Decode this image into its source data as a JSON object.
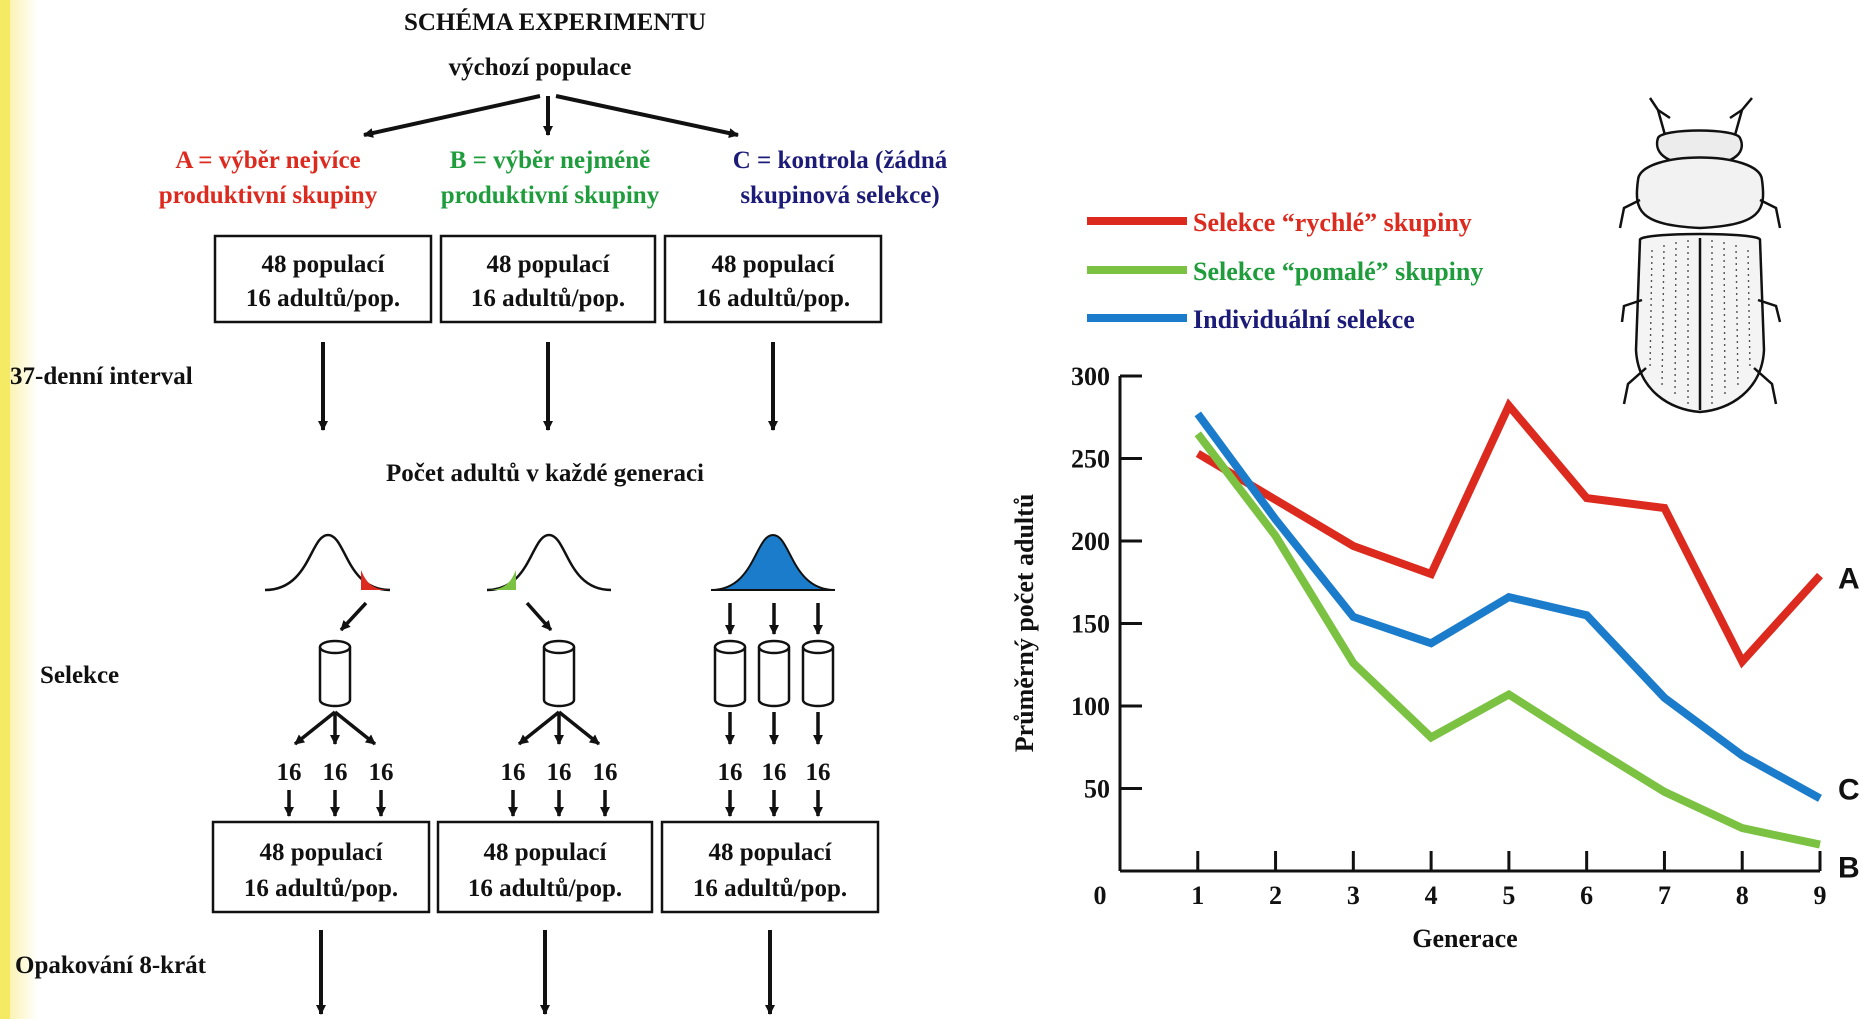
{
  "colors": {
    "background": "#f5ea63",
    "red": "#dd2a1f",
    "green": "#1f9d3c",
    "navy": "#1c1b78",
    "line_red": "#dd2a1f",
    "line_green": "#7cc242",
    "line_blue": "#1b7ccb",
    "curve_fill_blue": "#1b7ccb"
  },
  "scheme": {
    "title": "SCHÉMA EXPERIMENTU",
    "start": "výchozí populace",
    "groups": [
      {
        "line1": "A = výběr nejvíce",
        "line2": "produktivní skupiny",
        "color": "red"
      },
      {
        "line1": "B = výběr nejméně",
        "line2": "produktivní skupiny",
        "color": "green"
      },
      {
        "line1": "C = kontrola (žádná",
        "line2": "skupinová selekce)",
        "color": "navy"
      }
    ],
    "box": {
      "line1": "48 populací",
      "line2": "16 adultů/pop."
    },
    "interval_label": "37-denní interval",
    "count_label": "Počet adultů v každé generaci",
    "selection_label": "Selekce",
    "count_number": "16",
    "repeat_label": "Opakování 8-krát"
  },
  "icons": [
    "bell-curve-icon",
    "cylinder-icon",
    "beetle-illustration-icon",
    "arrow-icon"
  ],
  "legend": [
    {
      "label": "Selekce “rychlé” skupiny",
      "color": "#dd2a1f",
      "text_color": "#dd2a1f"
    },
    {
      "label": "Selekce “pomalé” skupiny",
      "color": "#7cc242",
      "text_color": "#1f9d3c"
    },
    {
      "label": "Individuální selekce",
      "color": "#1b7ccb",
      "text_color": "#1c1b78"
    }
  ],
  "chart_data": {
    "type": "line",
    "xlabel": "Generace",
    "ylabel": "Průměrný počet adultů",
    "x": [
      1,
      2,
      3,
      4,
      5,
      6,
      7,
      8,
      9
    ],
    "x_ticks": [
      "0",
      "1",
      "2",
      "3",
      "4",
      "5",
      "6",
      "7",
      "8",
      "9"
    ],
    "y_ticks": [
      50,
      100,
      150,
      200,
      250,
      300
    ],
    "xlim": [
      0,
      9
    ],
    "ylim": [
      0,
      300
    ],
    "grid": false,
    "legend_position": "top",
    "series": [
      {
        "name": "Selekce “rychlé” skupiny",
        "end_label": "A",
        "color": "#dd2a1f",
        "values": [
          253,
          225,
          197,
          180,
          282,
          226,
          220,
          127,
          179
        ]
      },
      {
        "name": "Selekce “pomalé” skupiny",
        "end_label": "B",
        "color": "#7cc242",
        "values": [
          265,
          203,
          126,
          81,
          107,
          77,
          48,
          26,
          16
        ]
      },
      {
        "name": "Individuální selekce",
        "end_label": "C",
        "color": "#1b7ccb",
        "values": [
          277,
          213,
          154,
          138,
          166,
          155,
          105,
          70,
          44
        ]
      }
    ]
  }
}
